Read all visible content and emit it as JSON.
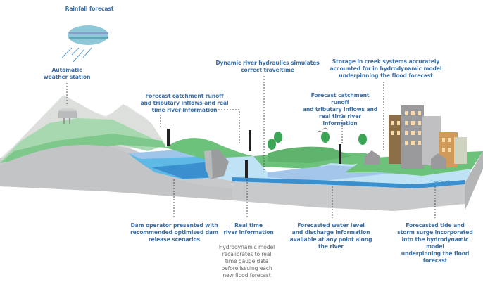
{
  "title": "Flood forecasting system overview",
  "colors": {
    "label_text": "#3b6ea5",
    "secondary_text": "#6b6b6b",
    "ground": "#c8c9cb",
    "grass": "#6cc27a",
    "light_grass": "#9fd3a6",
    "river_light": "#bfe3f5",
    "river_mid": "#5fb9e6",
    "river_deep": "#3a8fcf",
    "cloud": "#8fc8d8"
  },
  "labels": {
    "rainfall": "Rainfall forecast",
    "weather_station": "Automatic\nweather station",
    "catchment_left": "Forecast catchment runoff\nand tributary inflows and real\ntime river information",
    "river_hydraulics": "Dynamic river hydraulics simulates\ncorrect traveltime",
    "catchment_right": "Forecast catchment runoff\nand tributary inflows and\nreal time river information",
    "creek_storage": "Storage in creek systems accurately\naccounted for in hydrodynamic model\nunderpinning the flood forecast",
    "dam_operator": "Dam operator presented with\nrecommended optimised dam\nrelease scenarios",
    "real_time": "Real time\nriver information",
    "recalibrate": "Hydrodynamic model\nrecalibrates to real\ntime gauge data\nbefore issuing each\nnew flood forecast",
    "water_level": "Forecasted water level\nand discharge information\navailable at any point along\nthe river",
    "tide_surge": "Forecasted tide and\nstorm surge incorporated\ninto the hydrodynamic model\nunderpinning the flood\nforecast"
  },
  "icons": [
    "cloud-icon",
    "weather-station-icon",
    "gauge-icon",
    "dam-icon",
    "tree-icon",
    "bird-icon",
    "house-icon",
    "building-icon",
    "wave-icon"
  ]
}
